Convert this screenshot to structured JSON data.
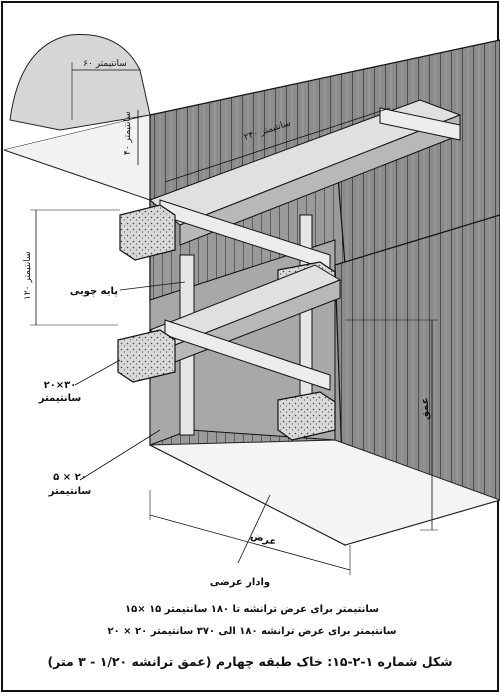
{
  "figure": {
    "labels": {
      "width_top": "۶۰ سانتیمتر",
      "depth_top": "۴۰ سانتیمتر",
      "length_top": "۲۴۰ سانتیمتر",
      "height_left": "۱۲۰ سانتیمتر",
      "wood_post": "پایه چوبی",
      "beam_size_1": "۲۰×۳۰",
      "beam_size_1_unit": "سانتیمتر",
      "beam_size_2": "۵ × ۲۰",
      "beam_size_2_unit": "سانتیمتر",
      "depth_right": "عمق",
      "width_bottom": "عرض",
      "cross_strut": "وادار عرضی"
    },
    "notes": [
      "۱۵× ۱۵ سانتیمتر برای عرض ترانشه تا ۱۸۰ سانتیمتر",
      "۲۰ × ۲۰ سانتیمتر برای عرض ترانشه ۱۸۰ الی ۳۷۰ سانتیمتر"
    ],
    "caption": "شکل شماره ۱-۲-۱۵: خاک طبقه چهارم (عمق ترانشه ۱/۲۰ - ۳ متر)"
  }
}
